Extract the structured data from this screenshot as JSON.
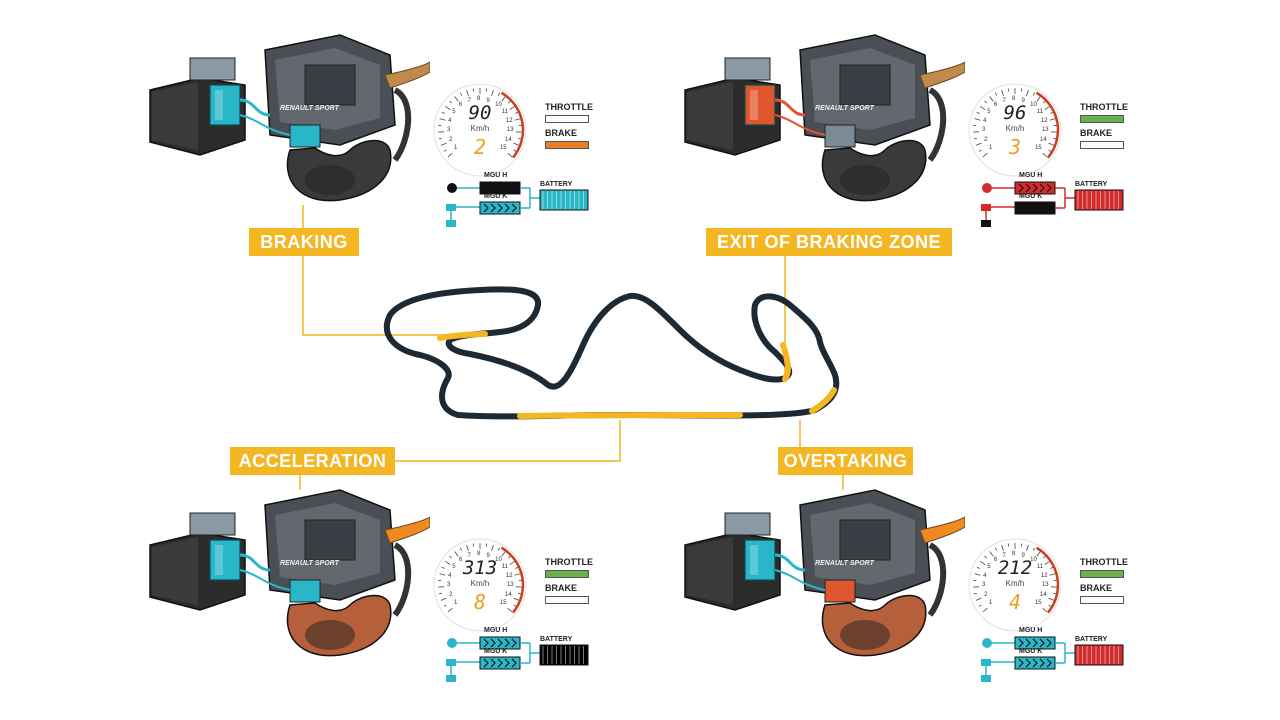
{
  "labels": {
    "braking": "BRAKING",
    "exit_braking": "EXIT OF BRAKING ZONE",
    "acceleration": "ACCELERATION",
    "overtaking": "OVERTAKING"
  },
  "common": {
    "unit": "Km/h",
    "throttle": "THROTTLE",
    "brake": "BRAKE",
    "mgu_h": "MGU H",
    "mgu_k": "MGU K",
    "battery": "BATTERY",
    "brand": "RENAULT SPORT"
  },
  "panels": [
    {
      "id": "braking",
      "speed": "90",
      "gear": "2",
      "throttle": 0,
      "brake": 1,
      "mgu_color": "#29b6c8",
      "battery_color": "#29b6c8"
    },
    {
      "id": "exit",
      "speed": "96",
      "gear": "3",
      "throttle": 1,
      "brake": 0,
      "mgu_color": "#d32b2b",
      "battery_color": "#d32b2b"
    },
    {
      "id": "acceleration",
      "speed": "313",
      "gear": "8",
      "throttle": 1,
      "brake": 0,
      "mgu_color": "#29b6c8",
      "battery_color": "#000000"
    },
    {
      "id": "overtaking",
      "speed": "212",
      "gear": "4",
      "throttle": 1,
      "brake": 0,
      "mgu_color": "#29b6c8",
      "battery_color": "#d32b2b"
    }
  ],
  "gauge_ticks": [
    "1",
    "2",
    "3",
    "4",
    "5",
    "6",
    "7",
    "8",
    "9",
    "10",
    "11",
    "12",
    "13",
    "14",
    "15"
  ],
  "colors": {
    "accent": "#f4b623",
    "throttle": "#6ab04c",
    "brake": "#e67e22",
    "track": "#1e2a33",
    "cyan": "#29b6c8",
    "red": "#d32b2b"
  }
}
